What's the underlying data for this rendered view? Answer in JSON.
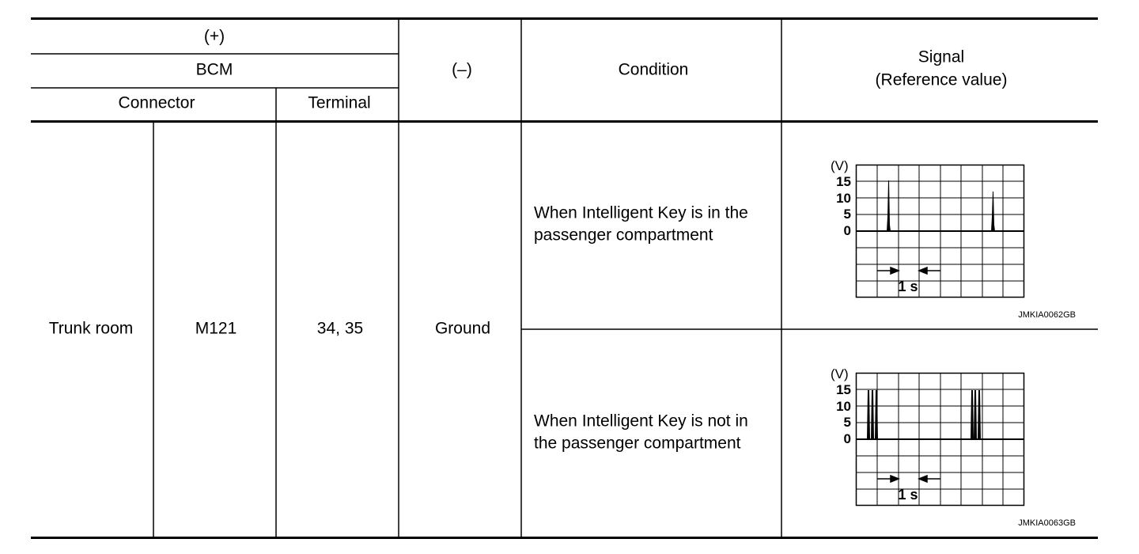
{
  "header": {
    "plus": "(+)",
    "bcm": "BCM",
    "connector": "Connector",
    "terminal": "Terminal",
    "minus": "(–)",
    "condition": "Condition",
    "signal_line1": "Signal",
    "signal_line2": "(Reference value)"
  },
  "row": {
    "connector_location": "Trunk room",
    "connector_no": "M121",
    "terminal": "34, 35",
    "minus": "Ground"
  },
  "conditions": [
    {
      "text_line1": "When Intelligent Key is in the",
      "text_line2": "passenger compartment",
      "figure_id": "JMKIA0062GB"
    },
    {
      "text_line1": "When Intelligent Key is not in",
      "text_line2": "the passenger compartment",
      "figure_id": "JMKIA0063GB"
    }
  ],
  "waveform_axis": {
    "unit": "(V)",
    "ticks": [
      "15",
      "10",
      "5",
      "0"
    ],
    "time_scale": "1 s"
  }
}
